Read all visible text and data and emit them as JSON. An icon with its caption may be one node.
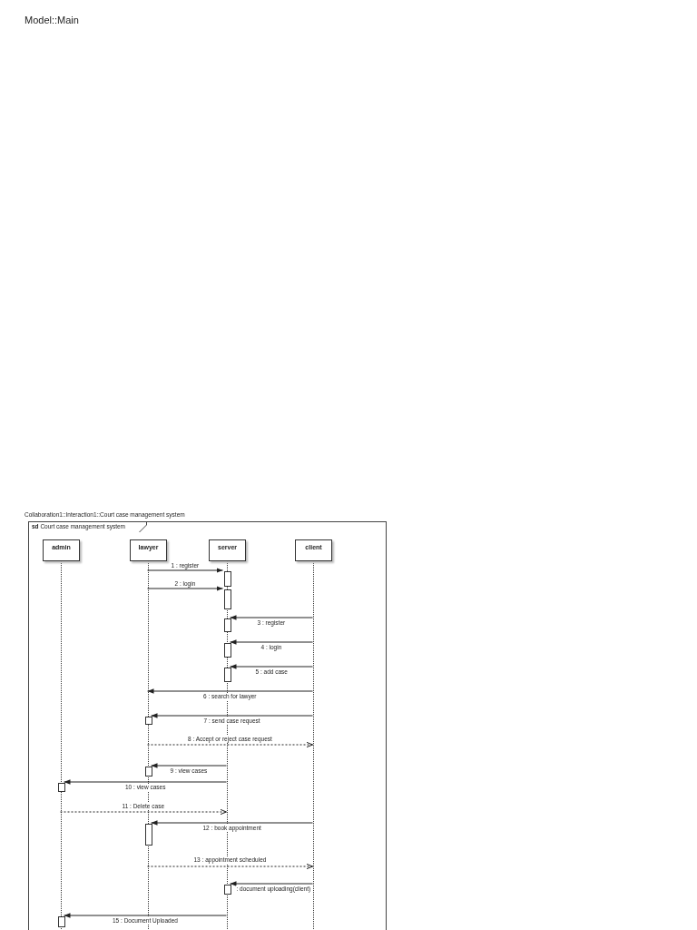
{
  "diagram": {
    "title": "Model::Main",
    "nodes": [
      {
        "text": [
          "Collaboration1::Interaction1::Court case management system",
          "**sd** Court case management system"
        ]
      },
      {
        "text": [
          "admin"
        ],
        "in": 0
      },
      {
        "text": [
          "lawyer"
        ],
        "in": 0
      },
      {
        "text": [
          "server"
        ],
        "in": 0
      },
      {
        "text": [
          "client"
        ],
        "in": 0
      },
      {
        "text": [],
        "shape": "bar",
        "in": 3
      },
      {
        "text": [],
        "shape": "bar",
        "in": 3
      },
      {
        "text": [],
        "shape": "bar",
        "in": 3
      },
      {
        "text": [],
        "shape": "bar",
        "in": 3
      },
      {
        "text": [],
        "shape": "bar",
        "in": 3
      },
      {
        "text": [],
        "shape": "bar",
        "in": 2
      },
      {
        "text": [],
        "shape": "bar",
        "in": 2
      },
      {
        "text": [],
        "shape": "bar",
        "in": 1
      },
      {
        "text": [],
        "shape": "bar",
        "in": 2
      },
      {
        "text": [],
        "shape": "bar",
        "in": 3
      },
      {
        "text": [],
        "shape": "bar",
        "in": 1
      }
    ],
    "edges": [
      {
        "from": 2,
        "to": 5,
        "arrow": "to",
        "label": "1 : register"
      },
      {
        "from": 2,
        "to": 6,
        "arrow": "to",
        "label": "2 : login"
      },
      {
        "from": 4,
        "to": 7,
        "arrow": "to",
        "label": "3 : register"
      },
      {
        "from": 4,
        "to": 8,
        "arrow": "to",
        "label": "4 : login"
      },
      {
        "from": 4,
        "to": 9,
        "arrow": "to",
        "label": "5 : add case"
      },
      {
        "from": 4,
        "to": 2,
        "arrow": "to",
        "label": "6 : search for lawyer"
      },
      {
        "from": 4,
        "to": 10,
        "arrow": "to",
        "label": "7 : send case request"
      },
      {
        "from": 2,
        "to": 4,
        "arrow": "to",
        "label": "8 : Accept or reject case request",
        "style": "dashed"
      },
      {
        "from": 3,
        "to": 11,
        "arrow": "to",
        "label": "9 : view cases"
      },
      {
        "from": 3,
        "to": 12,
        "arrow": "to",
        "label": "10 : view cases"
      },
      {
        "from": 1,
        "to": 3,
        "arrow": "to",
        "label": "11 : Delete case",
        "style": "dashed"
      },
      {
        "from": 4,
        "to": 13,
        "arrow": "to",
        "label": "12 : book appointment"
      },
      {
        "from": 2,
        "to": 4,
        "arrow": "to",
        "label": "13 : appointment scheduled",
        "style": "dashed"
      },
      {
        "from": 4,
        "to": 14,
        "arrow": "to",
        "label": ": document uploading(client)"
      },
      {
        "from": 3,
        "to": 15,
        "arrow": "to",
        "label": "15 : Document Uploaded"
      }
    ]
  }
}
